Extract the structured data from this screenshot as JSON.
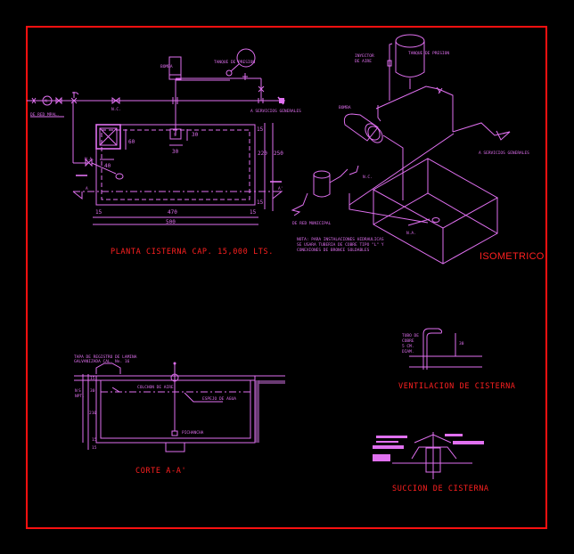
{
  "drawing": {
    "frame_color": "#ff1010",
    "line_color": "#e070f0",
    "title_color": "#ff2020",
    "background": "#000000"
  },
  "plan": {
    "title": "PLANTA CISTERNA CAP. 15,000 LTS.",
    "labels": {
      "bomba": "BOMBA",
      "tanque_presion": "TANQUE DE PRESION",
      "de_red_mpal": "DE RED MPAL.",
      "nc": "N.C.",
      "na": "N.A.",
      "a_servicios": "A SERVICIOS GENERALES",
      "section_a": "A",
      "section_a_prime": "A'"
    },
    "dimensions": {
      "d_15_top": "15",
      "d_220": "220",
      "d_250": "250",
      "d_15_bottom": "15",
      "d_60": "60",
      "d_30_v": "30",
      "d_30_h": "30",
      "d_40": "40",
      "d_15_left": "15",
      "d_470": "470",
      "d_15_right": "15",
      "d_500": "500"
    }
  },
  "isometric": {
    "title": "ISOMETRICO",
    "labels": {
      "inyector": [
        "INYECTOR",
        "DE AIRE"
      ],
      "tanque_presion": "TANQUE DE PRESION",
      "bomba": "BOMBA",
      "a_servicios": "A SERVICIOS GENERALES",
      "de_red_municipal": "DE RED MUNICIPAL",
      "nc": "N.C.",
      "na": "N.A."
    },
    "note": [
      "NOTA: PARA INSTALACIONES HIDRAULICAS",
      "SE USARA TUBERIA DE COBRE TIPO \"L\" Y",
      "CONEXIONES DE BRONCE SOLDABLES"
    ]
  },
  "section": {
    "title": "CORTE A-A'",
    "labels": {
      "tapa": [
        "TAPA DE REGISTRO DE LAMINA",
        "GALVANIZADA CAL. No. 16"
      ],
      "colchon": "COLCHON DE AIRE",
      "espejo": "ESPEJO DE AGUA",
      "pichancha": "PICHANCHA",
      "npt": [
        "N",
        "S",
        "NPT."
      ],
      "dims": [
        "15",
        "30",
        "210",
        "15",
        "15"
      ]
    }
  },
  "ventilation": {
    "title": "VENTILACION DE CISTERNA",
    "labels": {
      "tubo": [
        "TUBO DE",
        "COBRE",
        "5 CM.",
        "DIAM."
      ],
      "dim_30": "30"
    }
  },
  "suction": {
    "title": "SUCCION DE CISTERNA"
  }
}
